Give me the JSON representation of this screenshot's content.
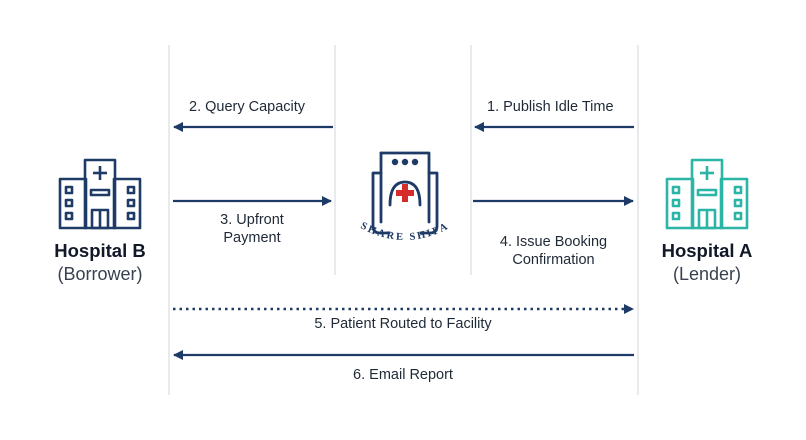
{
  "hospital_b": {
    "name": "Hospital B",
    "role": "(Borrower)"
  },
  "hospital_a": {
    "name": "Hospital A",
    "role": "(Lender)"
  },
  "platform": {
    "logo_text": "SHARE SHIFA"
  },
  "steps": {
    "s1": "1. Publish Idle Time",
    "s2": "2. Query Capacity",
    "s3_line1": "3. Upfront",
    "s3_line2": "Payment",
    "s4_line1": "4. Issue Booking",
    "s4_line2": "Confirmation",
    "s5": "5. Patient Routed to Facility",
    "s6": "6. Email Report"
  },
  "colors": {
    "navy": "#1e3a66",
    "teal": "#2bb5a6",
    "red_cross": "#d62b2b",
    "lane": "#d9dde2"
  },
  "icons": {
    "hospital_b": "hospital-building-icon",
    "hospital_a": "hospital-building-icon",
    "platform": "share-shifa-logo"
  }
}
